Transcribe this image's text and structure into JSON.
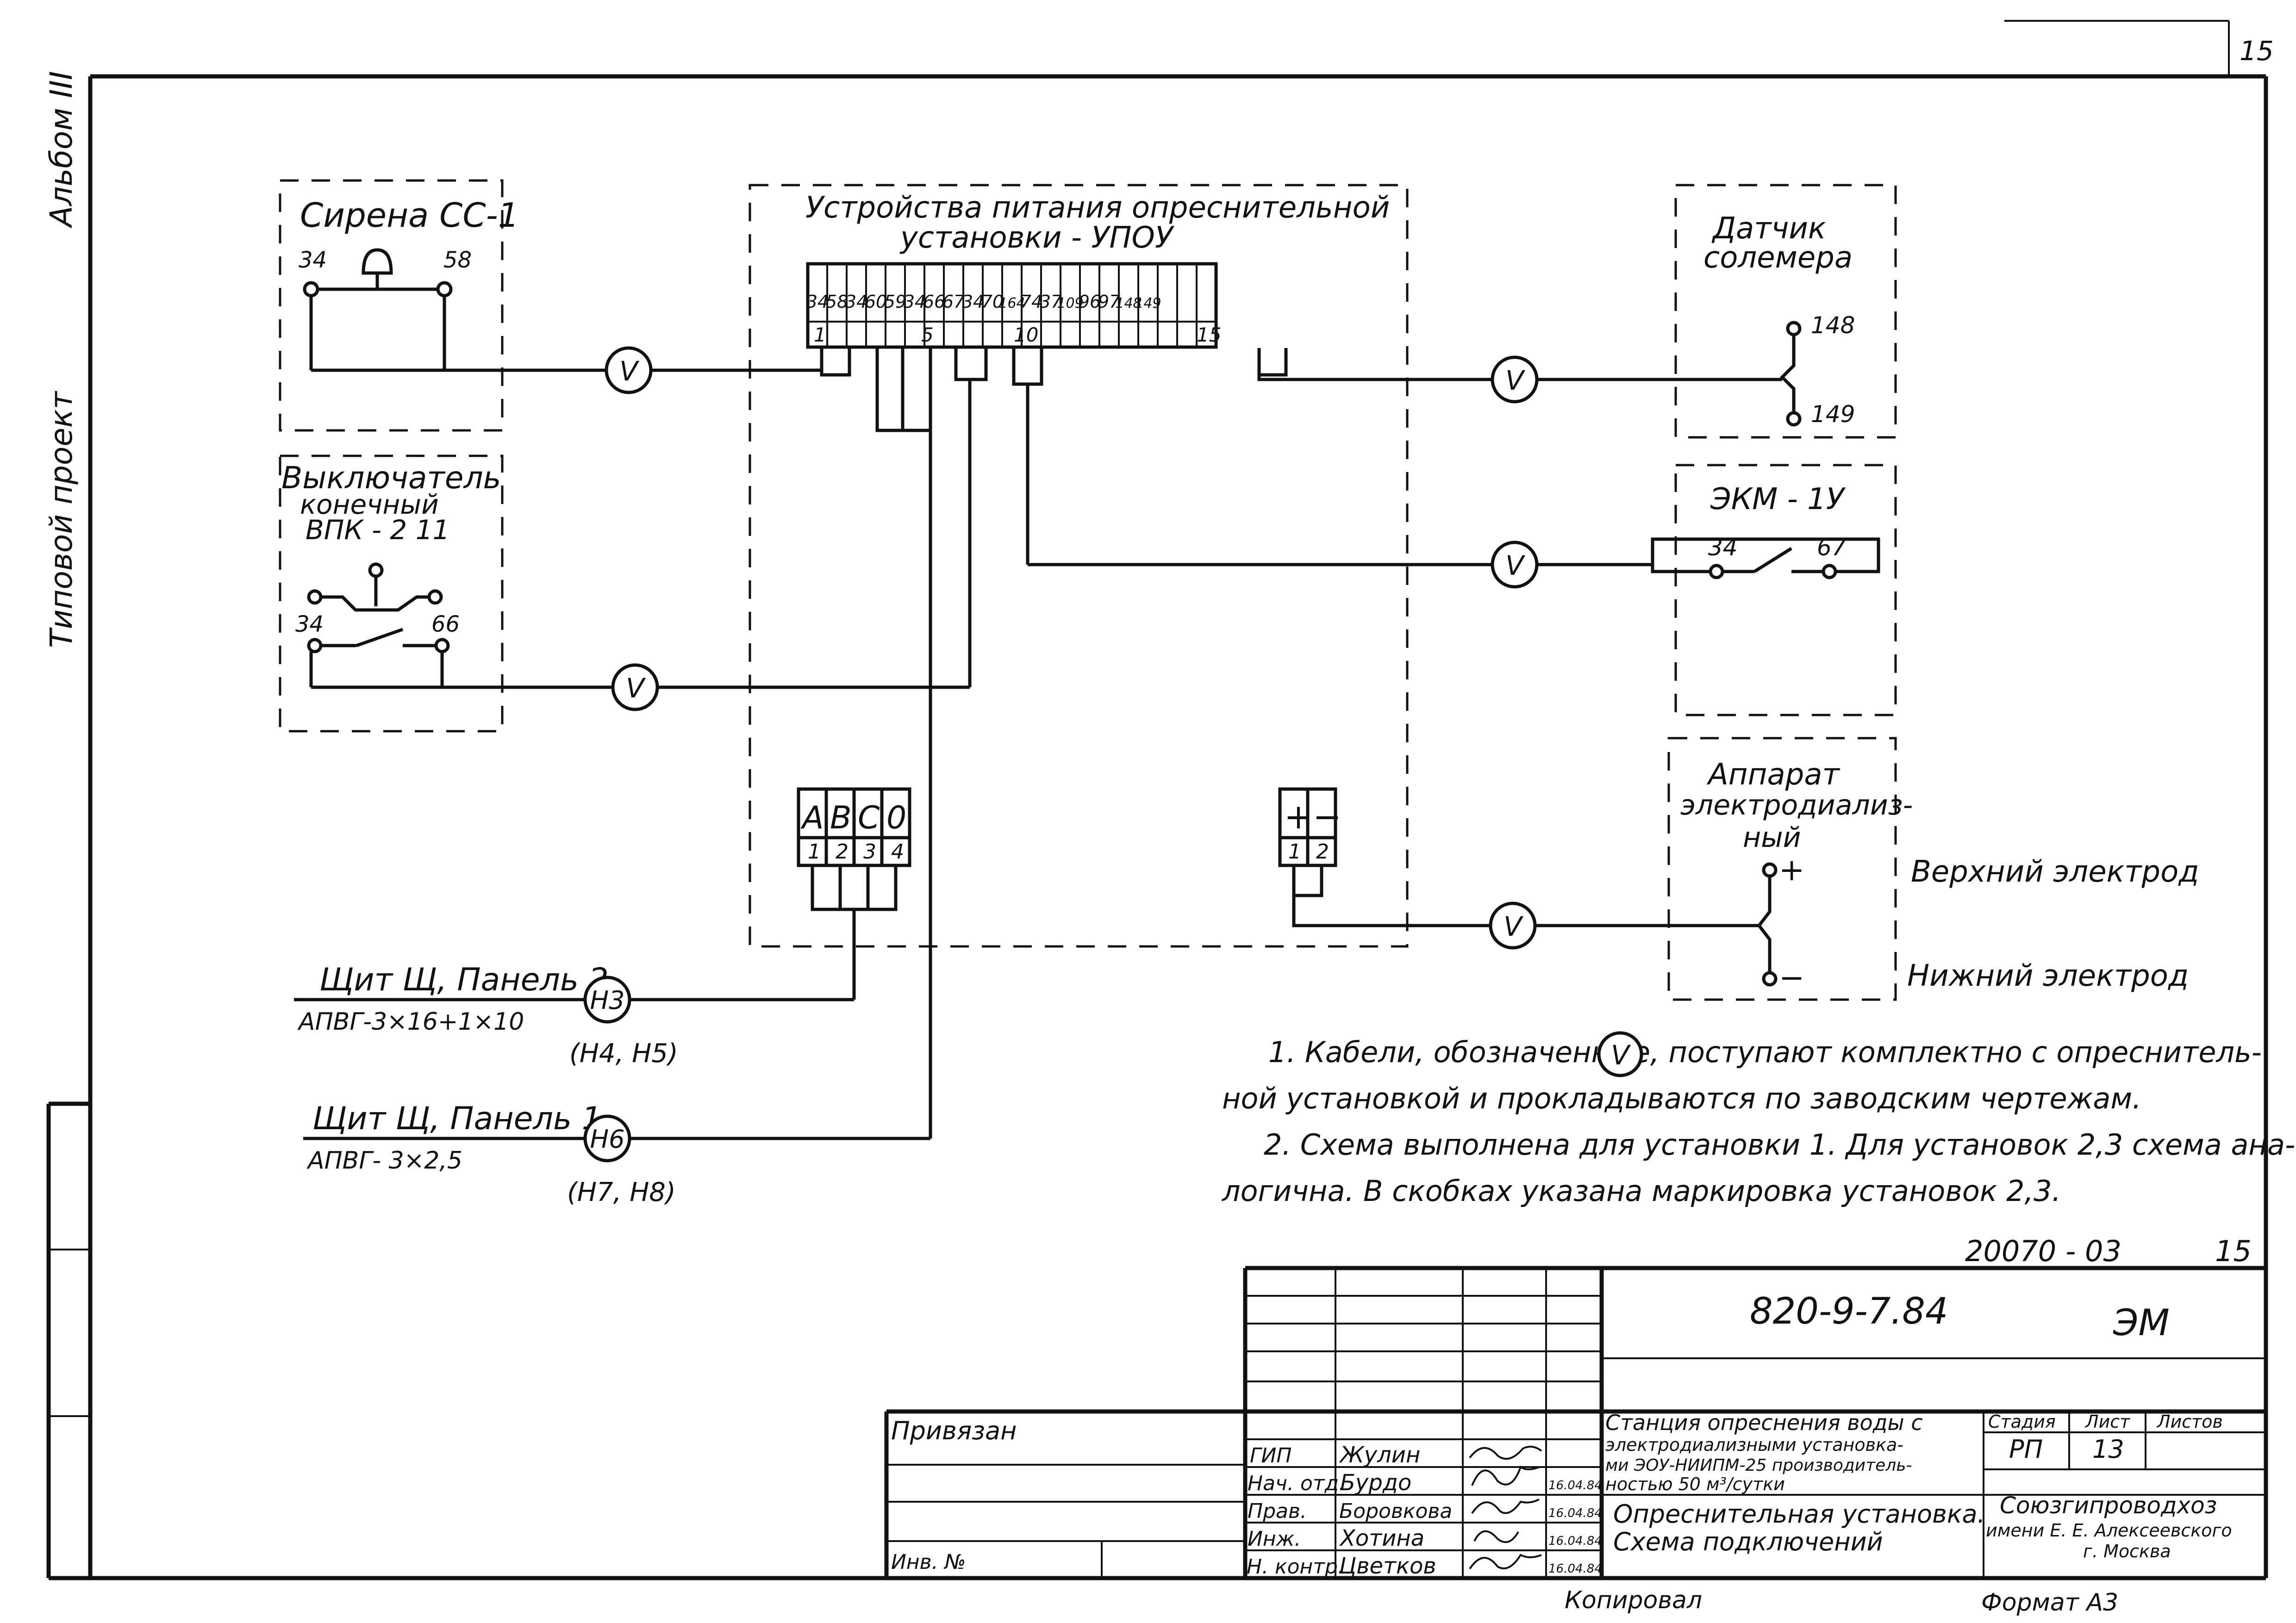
{
  "sheet": {
    "corner_page_number": "15",
    "album": "Альбом III",
    "typical_project": "Типовой проект"
  },
  "devices": {
    "siren": {
      "title": "Сирена СС-1",
      "pin_a": "34",
      "pin_b": "58"
    },
    "limit_switch": {
      "title_1": "Выключатель",
      "title_2": "конечный",
      "title_3": "ВПК - 2 11",
      "pin_a": "34",
      "pin_b": "66"
    },
    "upou": {
      "title_1": "Устройства питания опреснительной",
      "title_2": "установки - УПОУ",
      "terminals": [
        "34",
        "58",
        "34",
        "60",
        "59",
        "34",
        "66",
        "67",
        "34",
        "70",
        "164",
        "74",
        "37",
        "109",
        "96",
        "97",
        "148",
        "149",
        "",
        "",
        ""
      ],
      "index_marks": [
        "1",
        "5",
        "10",
        "15"
      ]
    },
    "three_phase_block": {
      "letters": [
        "A",
        "B",
        "C",
        "0"
      ],
      "numbers": [
        "1",
        "2",
        "3",
        "4"
      ]
    },
    "dc_block": {
      "symbols": [
        "+",
        "−"
      ],
      "numbers": [
        "1",
        "2"
      ]
    },
    "salinity_sensor": {
      "title_1": "Датчик",
      "title_2": "солемера",
      "pin_a": "148",
      "pin_b": "149"
    },
    "ekm": {
      "title": "ЭКМ - 1У",
      "pin_a": "34",
      "pin_b": "67"
    },
    "electrodialysis": {
      "title_1": "Аппарат",
      "title_2": "электродиализ-",
      "title_3": "ный",
      "plus": "+",
      "minus": "−"
    },
    "upper_electrode": "Верхний электрод",
    "lower_electrode": "Нижний электрод"
  },
  "cable_marker": "V",
  "feeds": [
    {
      "panel": "Щит Щ, Панель 2",
      "cable": "АПВГ-3×16+1×10",
      "marker": "Н3",
      "alt": "(Н4, Н5)"
    },
    {
      "panel": "Щит Щ, Панель 1",
      "cable": "АПВГ- 3×2,5",
      "marker": "Н6",
      "alt": "(Н7, Н8)"
    }
  ],
  "notes": {
    "n1_a": "1. Кабели, обозначенные",
    "n1_b": ", поступают комплектно с опреснитель-",
    "n1_c": "ной установкой и прокладываются по заводским чертежам.",
    "n2_a": "2. Схема выполнена для установки 1. Для установок 2,3 схема ана-",
    "n2_b": "логична. В скобках указана маркировка установок 2,3."
  },
  "title_block": {
    "archive_number": "20070 - 03",
    "sheet_number": "15",
    "designation": "820-9-7.84",
    "mark": "ЭМ",
    "privyazan": "Привязан",
    "inv_no": "Инв. №",
    "roles": [
      "ГИП",
      "Нач. отд.",
      "Прав.",
      "Инж.",
      "Н. контр."
    ],
    "names": [
      "Жулин",
      "Бурдо",
      "Боровкова",
      "Хотина",
      "Цветков"
    ],
    "dates": [
      "",
      "16.04.84",
      "16.04.84",
      "16.04.84",
      "16.04.84"
    ],
    "project_title": [
      "Станция опреснения воды с",
      "электродиализными установка-",
      "ми ЭОУ-НИИПМ-25 производитель-",
      "ностью 50 м³/сутки"
    ],
    "drawing_title": [
      "Опреснительная установка.",
      "Схема подключений"
    ],
    "stage_label": "Стадия",
    "sheet_label": "Лист",
    "sheets_label": "Листов",
    "stage": "РП",
    "sheet": "13",
    "organization": [
      "Союзгипроводхоз",
      "имени Е. Е. Алексеевского",
      "г. Москва"
    ],
    "copied": "Копировал",
    "format": "Формат А3"
  }
}
